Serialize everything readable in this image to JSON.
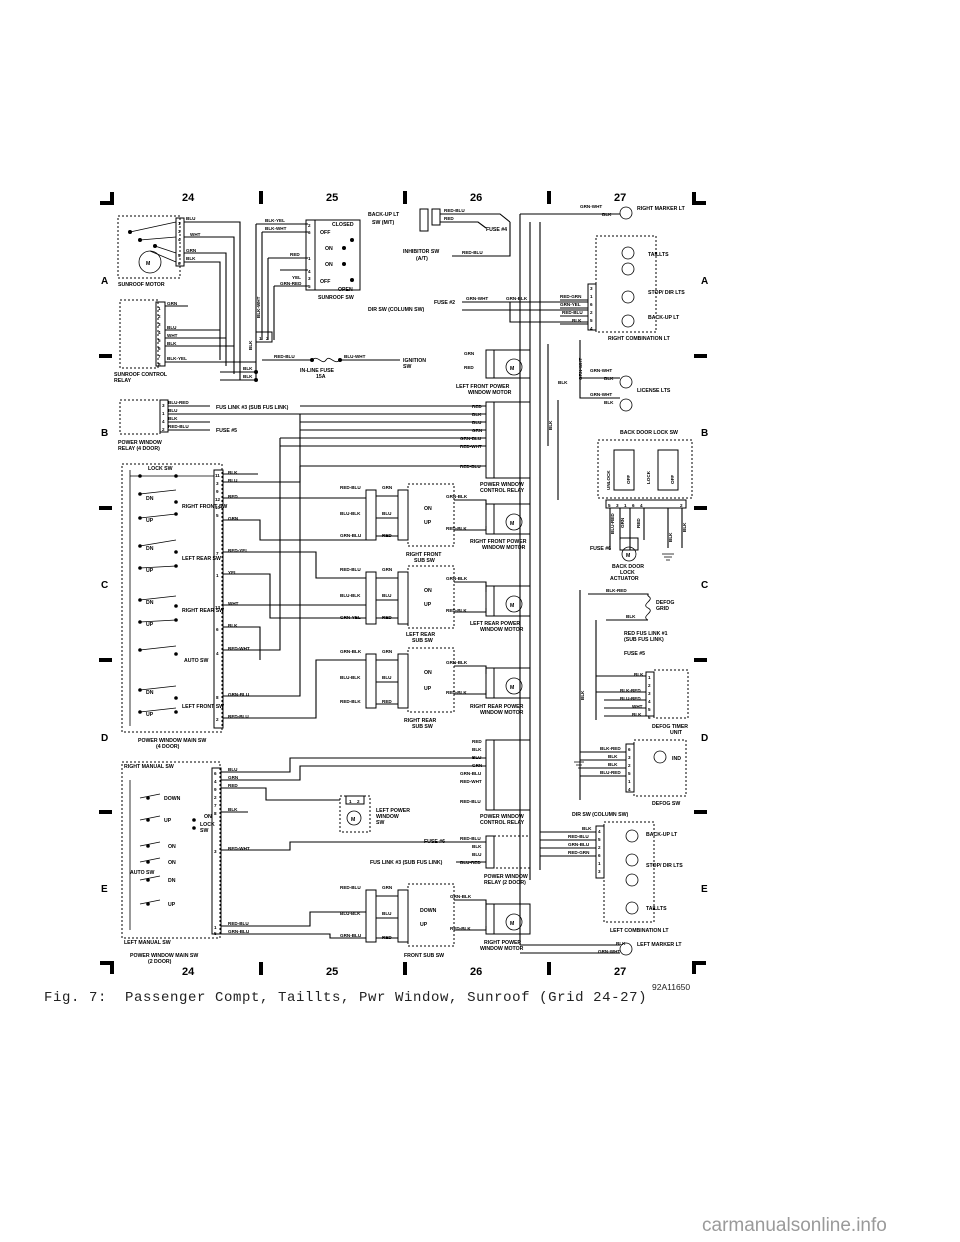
{
  "grid": {
    "columns": [
      "24",
      "25",
      "26",
      "27"
    ],
    "rows": [
      "A",
      "B",
      "C",
      "D",
      "E"
    ]
  },
  "components": {
    "sunroof_motor": "SUNROOF MOTOR",
    "sunroof_control_relay": "SUNROOF CONTROL RELAY",
    "sunroof_sw": "SUNROOF SW",
    "sunroof_sw_closed": "CLOSED",
    "sunroof_sw_off": "OFF",
    "sunroof_sw_on": "ON",
    "sunroof_sw_open": "OPEN",
    "inline_fuse": "IN-LINE FUSE 15A",
    "ignition_sw": "IGNITION SW",
    "backup_lt_sw": "BACK-UP LT SW (M/T)",
    "inhibitor_sw": "INHIBITOR SW (A/T)",
    "dir_sw_column": "DIR SW (COLUMN SW)",
    "fuse_2": "FUSE #2",
    "fuse_4": "FUSE #4",
    "fuse_5": "FUSE #5",
    "fuse_6": "FUSE #6",
    "fus_link_3": "FUS LINK #3 (SUB FUS LINK)",
    "red_fus_link_1": "RED FUS LINK #1 (SUB FUS LINK)",
    "power_window_relay_4door": "POWER WINDOW RELAY (4 DOOR)",
    "power_window_relay_2door": "POWER WINDOW RELAY (2 DOOR)",
    "left_front_pw_motor": "LEFT FRONT POWER WINDOW MOTOR",
    "power_window_control_relay": "POWER WINDOW CONTROL RELAY",
    "lock_sw": "LOCK SW",
    "right_front_sw": "RIGHT FRONT SW",
    "left_rear_sw": "LEFT REAR SW",
    "right_rear_sw": "RIGHT REAR SW",
    "auto_sw": "AUTO SW",
    "left_front_sw": "LEFT FRONT SW",
    "pw_main_sw_4door": "POWER WINDOW MAIN SW (4 DOOR)",
    "right_front_sub_sw": "RIGHT FRONT SUB SW",
    "left_rear_sub_sw": "LEFT REAR SUB SW",
    "right_rear_sub_sw": "RIGHT REAR SUB SW",
    "right_front_pw_motor": "RIGHT FRONT POWER WINDOW MOTOR",
    "left_rear_pw_motor": "LEFT REAR POWER WINDOW MOTOR",
    "right_rear_pw_motor": "RIGHT REAR POWER WINDOW MOTOR",
    "right_manual_sw": "RIGHT MANUAL SW",
    "left_manual_sw": "LEFT MANUAL SW",
    "pw_main_sw_2door": "POWER WINDOW MAIN SW (2 DOOR)",
    "left_pw_sw": "LEFT POWER WINDOW SW",
    "front_sub_sw": "FRONT SUB SW",
    "right_pw_motor": "RIGHT POWER WINDOW MOTOR",
    "right_marker_lt": "RIGHT MARKER LT",
    "taillts": "TAILLTS",
    "stop_dir_lts": "STOP/ DIR LTS",
    "backup_lt": "BACK-UP LT",
    "right_combination_lt": "RIGHT COMBINATION LT",
    "license_lts": "LICENSE LTS",
    "back_door_lock_sw": "BACK DOOR LOCK SW",
    "back_door_lock_actuator": "BACK DOOR LOCK ACTUATOR",
    "defog_grid": "DEFOG GRID",
    "defog_timer_unit": "DEFOG TIMER UNIT",
    "ind": "IND",
    "defog_sw": "DEFOG SW",
    "left_combination_lt": "LEFT COMBINATION LT",
    "left_marker_lt": "LEFT MARKER LT"
  },
  "switch_states": {
    "dn": "DN",
    "up": "UP",
    "down": "DOWN",
    "on": "ON",
    "lock": "LOCK",
    "unlock": "UNLOCK",
    "off": "OFF"
  },
  "wires": {
    "blu": "BLU",
    "wht": "WHT",
    "grn": "GRN",
    "blk": "BLK",
    "red": "RED",
    "yel": "YEL",
    "blk_yel": "BLK-YEL",
    "blk_wht": "BLK-WHT",
    "grn_red": "GRN-RED",
    "red_blu": "RED-BLU",
    "blu_wht": "BLU-WHT",
    "blu_red": "BLU-RED",
    "grn_wht": "GRN-WHT",
    "grn_blk": "GRN-BLK",
    "red_grn": "RED-GRN",
    "grn_yel": "GRN-YEL",
    "grn_blu": "GRN-BLU",
    "red_wht": "RED-WHT",
    "red_blk": "RED-BLK",
    "blu_blk": "BLU-BLK",
    "red_yel": "RED-YEL",
    "blk_red": "BLK-RED"
  },
  "fig_number": "92A11650",
  "caption": "Fig. 7:  Passenger Compt, Taillts, Pwr Window, Sunroof (Grid 24-27)",
  "watermark": "carmanualsonline.info"
}
